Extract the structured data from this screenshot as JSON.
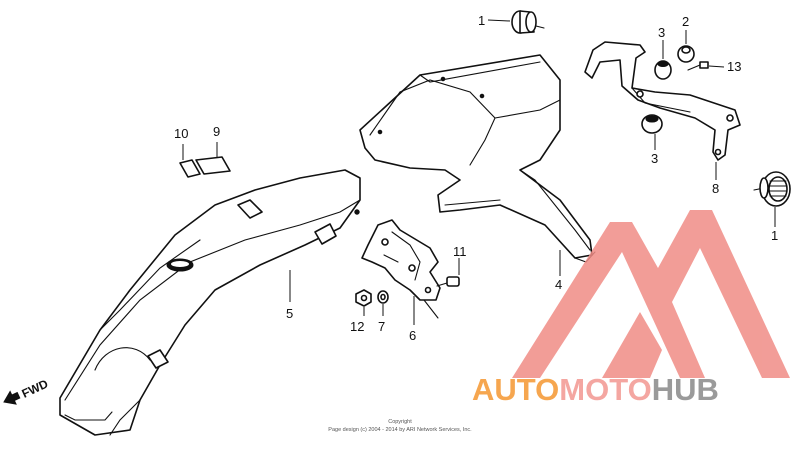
{
  "diagram": {
    "callouts": {
      "p1_top": "1",
      "p2": "2",
      "p3_top": "3",
      "p13": "13",
      "p3_bottom": "3",
      "p8": "8",
      "p1_bottom": "1",
      "p10": "10",
      "p9": "9",
      "p11": "11",
      "p4": "4",
      "p5": "5",
      "p12": "12",
      "p7": "7",
      "p6": "6"
    },
    "direction_label": "FWD",
    "copyright_line1": "Copyright",
    "copyright_line2": "Page design (c) 2004 - 2014 by ARI Network Services, Inc."
  },
  "watermark": {
    "brand_part1": "AUTO",
    "brand_part2": "MOTO",
    "brand_part3": "HUB",
    "color_orange": "#f6a64f",
    "color_pink": "#f4a6a1",
    "color_gray": "#9a9a9a",
    "color_triangle": "#f08c86"
  }
}
